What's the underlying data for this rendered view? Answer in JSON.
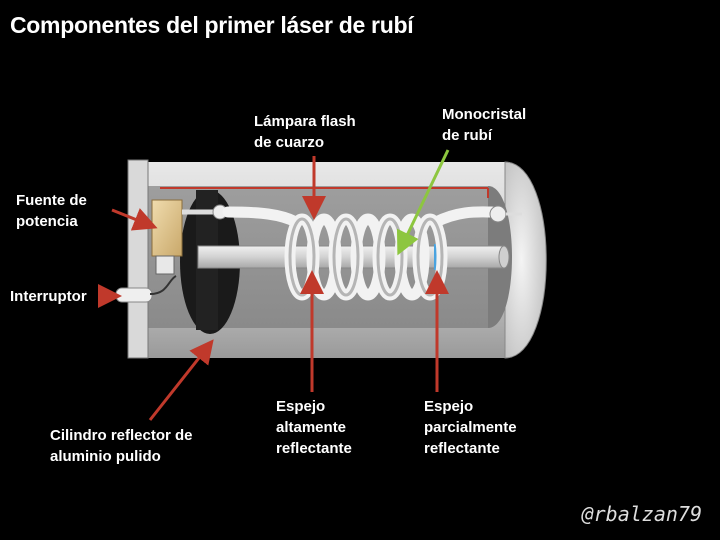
{
  "title": "Componentes del primer láser de rubí",
  "labels": {
    "fuente": "Fuente   de\npotencia",
    "interruptor": "Interruptor",
    "cilindro": "Cilindro  reflector  de\naluminio pulido",
    "lampara": "Lámpara   flash\nde  cuarzo",
    "monocristal": "Monocristal\nde rubí",
    "espejo_alto": "Espejo\naltamente\nreflectante",
    "espejo_parcial": "Espejo\nparcialmente\nreflectante"
  },
  "signature": "@rbalzan79",
  "colors": {
    "arrow": "#c0392b",
    "arrow_green": "#8dc63f",
    "mirror": "#4aa3df",
    "background": "#000000"
  }
}
